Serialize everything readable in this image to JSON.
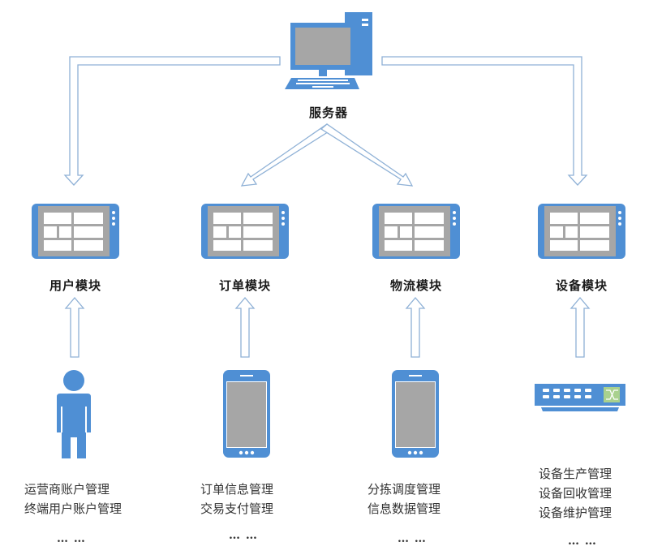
{
  "colors": {
    "icon_blue": "#4f8fd4",
    "screen_gray": "#a6a6a6",
    "arrow_stroke": "#8fb1d6",
    "switch_green": "#a9d18e"
  },
  "server": {
    "label": "服务器",
    "icon": "desktop-computer-icon"
  },
  "modules": [
    {
      "label": "用户模块",
      "icon": "tablet-icon",
      "source_icon": "person-icon",
      "functions": [
        "运营商账户管理",
        "终端用户账户管理"
      ],
      "ellipsis": "… …"
    },
    {
      "label": "订单模块",
      "icon": "tablet-icon",
      "source_icon": "smartphone-icon",
      "functions": [
        "订单信息管理",
        "交易支付管理"
      ],
      "ellipsis": "… …"
    },
    {
      "label": "物流模块",
      "icon": "tablet-icon",
      "source_icon": "smartphone-icon",
      "functions": [
        "分拣调度管理",
        "信息数据管理"
      ],
      "ellipsis": "… …"
    },
    {
      "label": "设备模块",
      "icon": "tablet-icon",
      "source_icon": "network-switch-icon",
      "functions": [
        "设备生产管理",
        "设备回收管理",
        "设备维护管理"
      ],
      "ellipsis": "… …"
    }
  ]
}
